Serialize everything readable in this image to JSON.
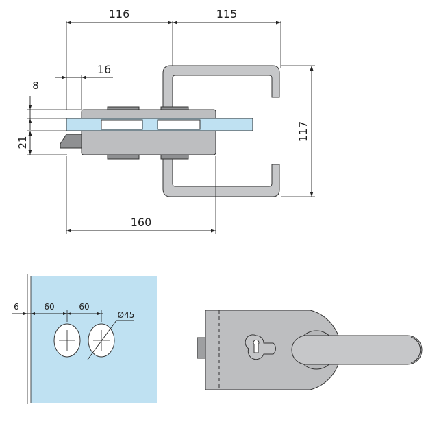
{
  "dimensions": {
    "top_left_width": "116",
    "top_right_width": "115",
    "small_offset": "16",
    "glass_offset": "8",
    "body_thickness": "21",
    "handle_height": "117",
    "overall_width": "160"
  },
  "cutout_dimensions": {
    "edge_offset": "6",
    "first_spacing": "60",
    "second_spacing": "60",
    "hole_diameter": "Ø45"
  },
  "colors": {
    "glass": "#bfe1f2",
    "metal": "#bdbec0",
    "line": "#222222"
  }
}
